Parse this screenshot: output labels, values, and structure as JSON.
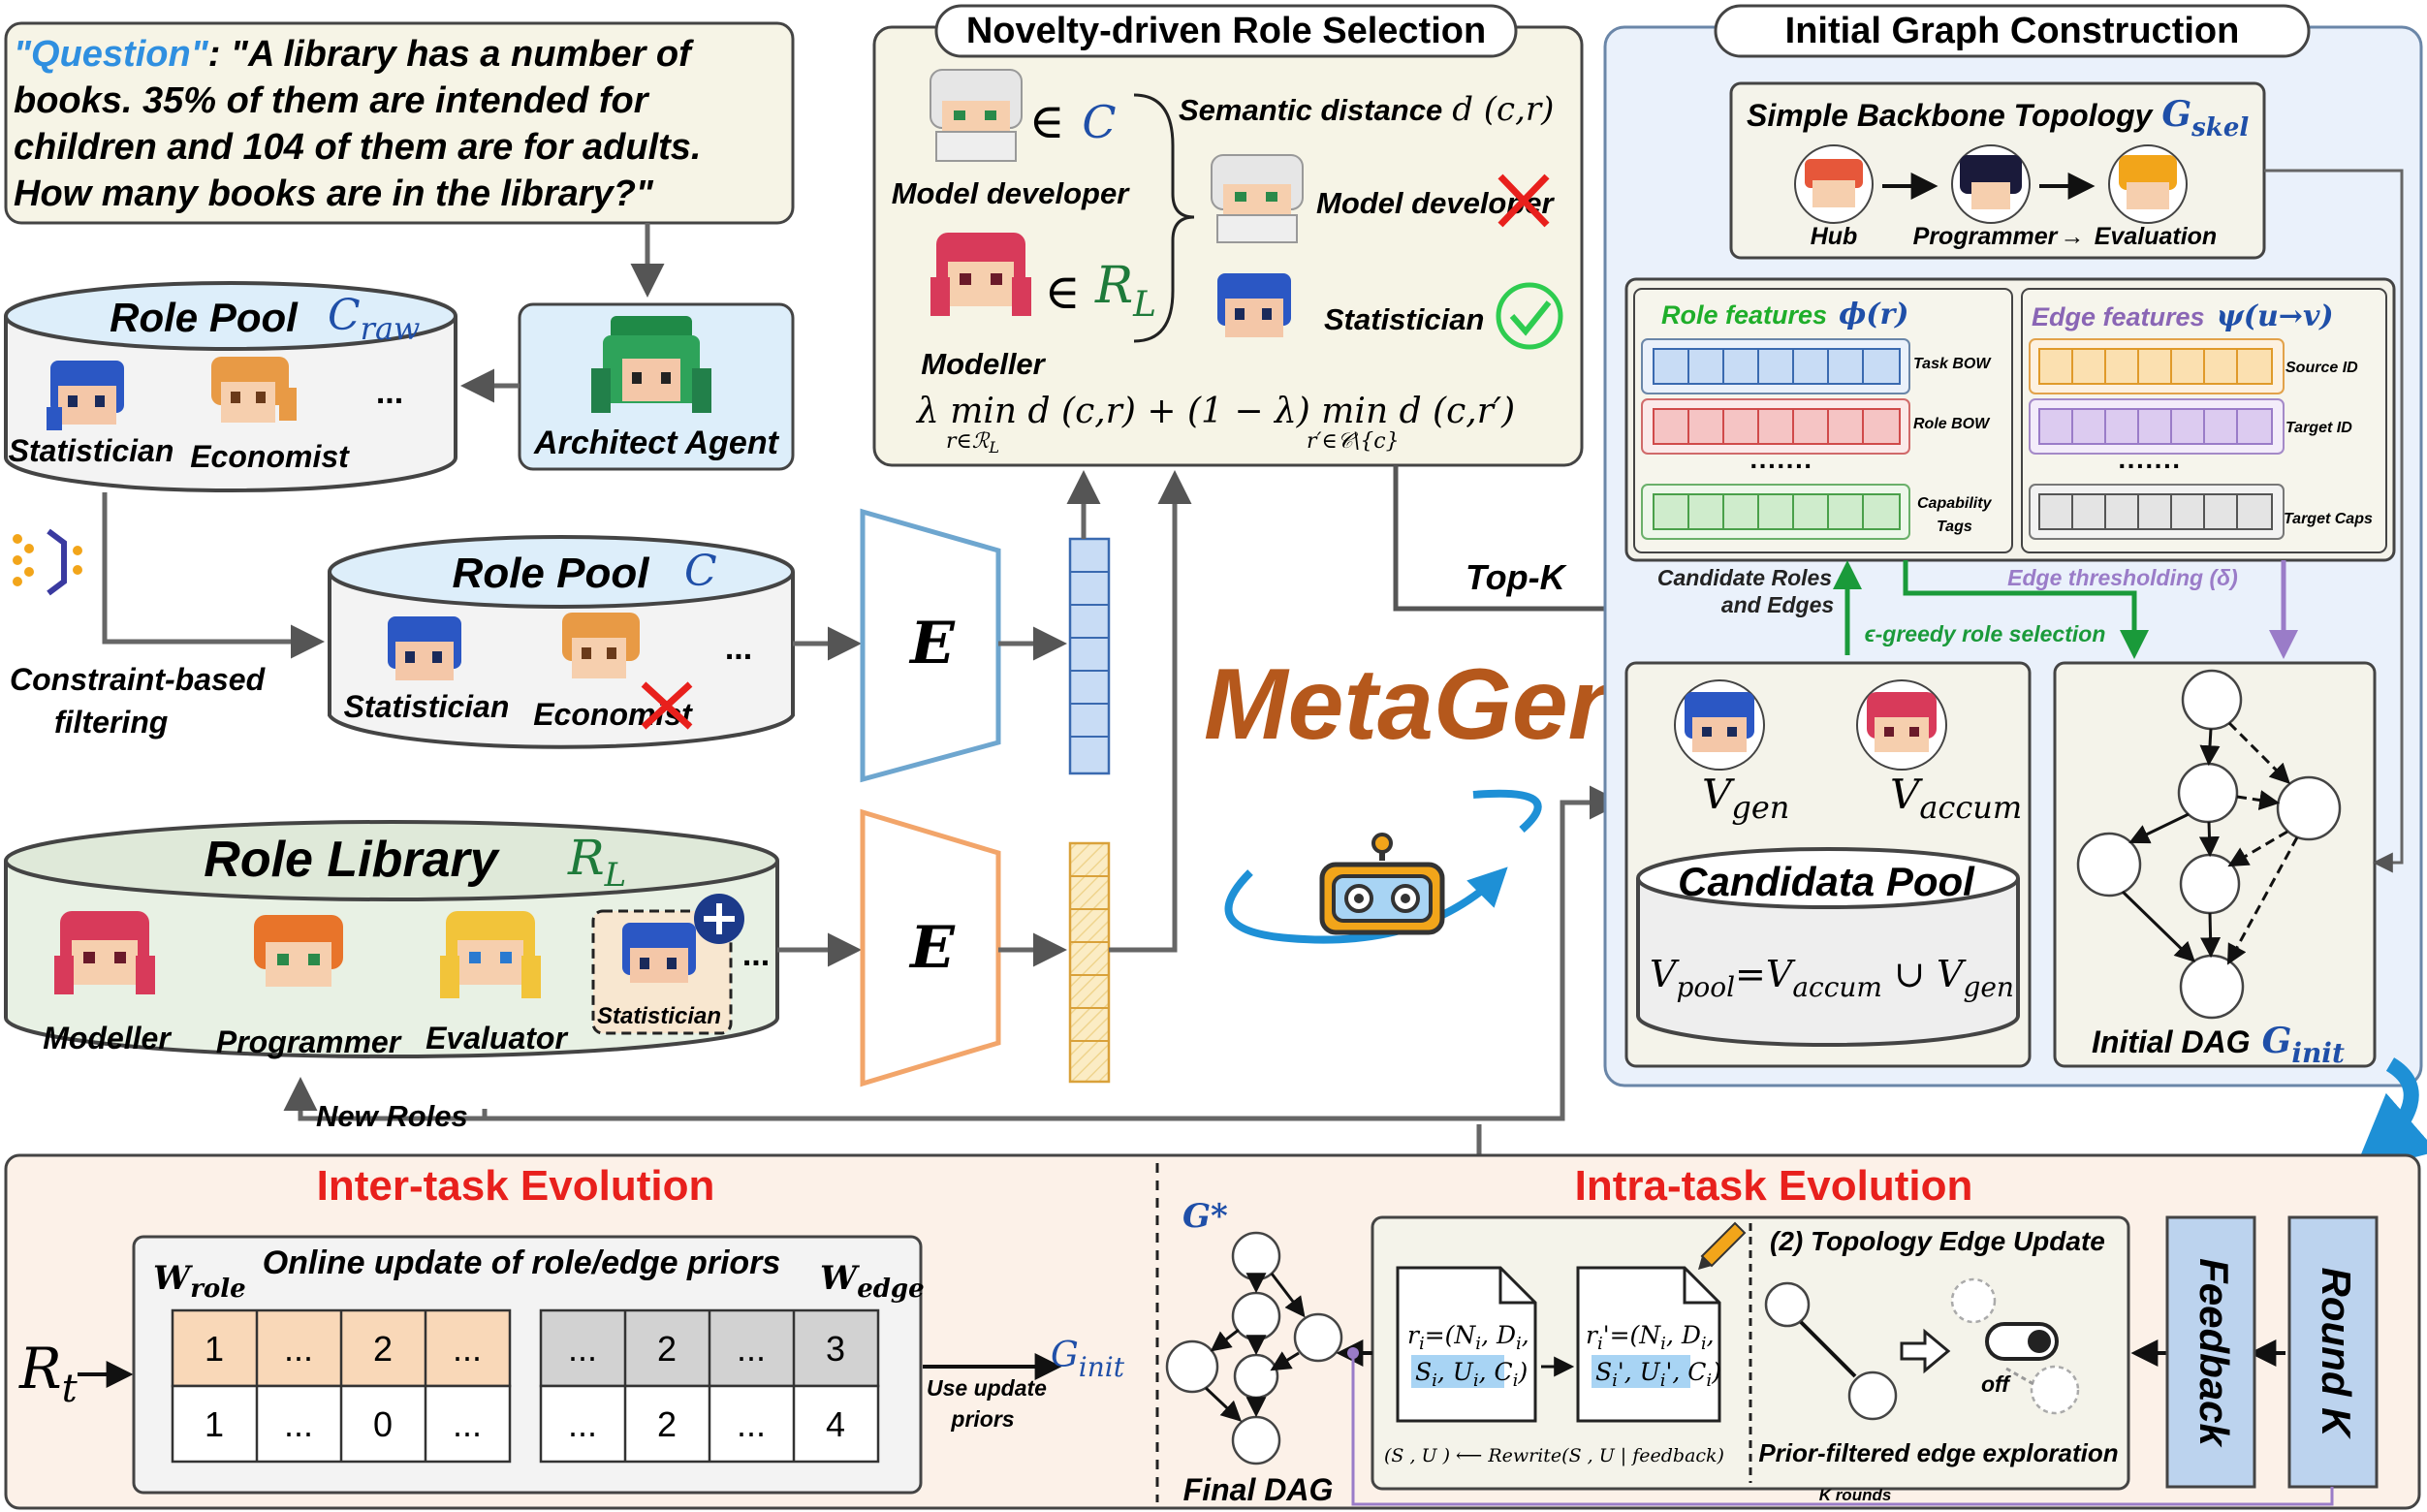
{
  "question": {
    "tag": "\"Question\"",
    "lines": [
      ": \"A library has a number of",
      "books. 35% of them are intended for",
      "children and 104 of them are for adults.",
      "How many books are in the library?\""
    ]
  },
  "architect": {
    "label": "Architect Agent"
  },
  "role_pool_raw": {
    "title": "Role Pool",
    "symbol": "C",
    "subscript": "raw",
    "roles": [
      "Statistician",
      "Economist"
    ],
    "ellipsis": "..."
  },
  "filtering": {
    "line1": "Constraint-based",
    "line2": "filtering"
  },
  "role_pool": {
    "title": "Role Pool",
    "symbol": "C",
    "roles": [
      "Statistician",
      "Economist"
    ],
    "ellipsis": "..."
  },
  "role_library": {
    "title": "Role Library",
    "symbol": "R",
    "subscript": "L",
    "roles": [
      "Modeller",
      "Programmer",
      "Evaluator",
      "Statistician"
    ],
    "ellipsis": "..."
  },
  "encoder": {
    "label": "E"
  },
  "new_roles": "New Roles",
  "novelty": {
    "title": "Novelty-driven Role Selection",
    "model_developer": "Model developer",
    "modeller": "Modeller",
    "in_symbol": "∈",
    "set_c": "C",
    "set_rl": "R",
    "set_rl_sub": "L",
    "semantic_distance": "Semantic distance",
    "distance_expr": "d (c,r)",
    "candidate1": "Model developer",
    "candidate2": "Statistician",
    "formula": "λ min d (c,r) + (1 − λ) min d (c,r′)",
    "formula_sub1": "r∈ℛ",
    "formula_sub1b": "L",
    "formula_sub2": "r′∈𝒞\\{c}"
  },
  "top_k": "Top-K",
  "metagen": "MetaGen",
  "initial_graph": {
    "title": "Initial Graph Construction",
    "backbone_title": "Simple Backbone Topology",
    "backbone_symbol": "G",
    "backbone_sub": "skel",
    "backbone_nodes": [
      "Hub",
      "Programmer",
      "Evaluation"
    ],
    "role_features_title": "Role features",
    "role_features_symbol": "ϕ(r)",
    "role_feature_labels": [
      "Task BOW",
      "Role BOW",
      "Capability Tags"
    ],
    "edge_features_title": "Edge features",
    "edge_features_symbol": "ψ(u→v)",
    "edge_feature_labels": [
      "Source ID",
      "Target ID",
      "Target Caps"
    ],
    "dots": "·······",
    "candidate_roles": "Candidate Roles",
    "and_edges": "and Edges",
    "edge_thresholding": "Edge thresholding (δ)",
    "eps_greedy": "ϵ-greedy role selection",
    "v_gen": "V",
    "v_gen_sub": "gen",
    "v_accum": "V",
    "v_accum_sub": "accum",
    "pool_title": "Candidata Pool",
    "pool_formula": "V",
    "pool_formula_sub": "pool",
    "pool_formula_eq": "=V",
    "pool_formula_sub2": "accum",
    "pool_formula_union": " ∪ V",
    "pool_formula_sub3": "gen",
    "initial_dag": "Initial DAG",
    "initial_dag_symbol": "G",
    "initial_dag_sub": "init"
  },
  "inter_task": {
    "title": "Inter-task Evolution",
    "r_t": "R",
    "r_t_sub": "t",
    "online_update": "Online update of role/edge priors",
    "w_role": "W",
    "w_role_sub": "role",
    "w_edge": "W",
    "w_edge_sub": "edge",
    "role_row1": [
      "1",
      "...",
      "2",
      "..."
    ],
    "role_row2": [
      "1",
      "...",
      "0",
      "..."
    ],
    "edge_row1": [
      "...",
      "2",
      "...",
      "3"
    ],
    "edge_row2": [
      "...",
      "2",
      "...",
      "4"
    ],
    "use_update": "Use update",
    "priors": "priors",
    "g_init": "G",
    "g_init_sub": "init"
  },
  "intra_task": {
    "title": "Intra-task Evolution",
    "g_star": "G*",
    "final_dag": "Final DAG",
    "doc1_line1": "r",
    "doc1_line1_sub": "i",
    "doc1_line1_rest": "=(N",
    "doc1_line1_n": "i",
    "doc1_line1_d": ", D",
    "doc1_line1_di": "i",
    "doc1_line1_tail": ",",
    "doc1_line2": "S",
    "doc1_line2_s": "i",
    "doc1_line2_u": ", U",
    "doc1_line2_ui": "i",
    "doc1_line2_c": ", C",
    "doc1_line2_ci": "i",
    "doc1_line2_tail": ")",
    "doc2_line1": "r",
    "doc2_line1_sub": "i",
    "doc2_line1_prime": "'=(N",
    "doc2_line1_n": "i",
    "doc2_line1_d": ", D",
    "doc2_line1_di": "i",
    "doc2_line1_tail": ",",
    "doc2_line2": "S",
    "doc2_line2_s": "i",
    "doc2_line2_p": "', U",
    "doc2_line2_ui": "i",
    "doc2_line2_c": "', C",
    "doc2_line2_ci": "i",
    "doc2_line2_tail": ")",
    "rewrite": "(S , U ) ⟵ Rewrite(S , U | feedback)",
    "topology_title": "(2) Topology Edge Update",
    "off": "off",
    "prior_filtered": "Prior-filtered edge exploration",
    "feedback": "Feedback",
    "round_k": "Round K",
    "k_rounds": "K rounds"
  },
  "colors": {
    "orange_metagen": "#b5581c",
    "red_title": "#e8201c",
    "blue_math": "#1f4fa8",
    "green_math": "#1e7a3a",
    "role_feat_green": "#1fae2a",
    "edge_feat_purple": "#8a66b5",
    "blue_box": "#bcd3ee",
    "bottom_bg": "#fcf1e8"
  }
}
